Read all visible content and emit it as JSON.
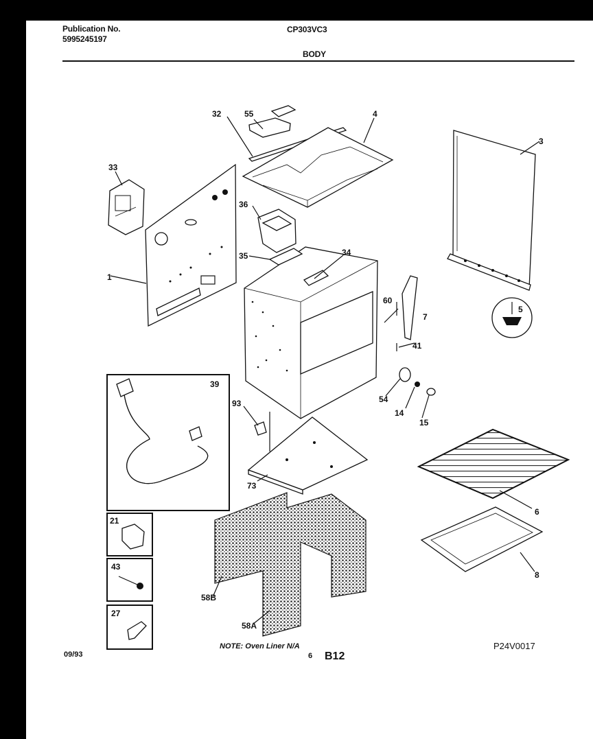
{
  "header": {
    "publication_label": "Publication No.",
    "publication_number": "5995245197",
    "model": "CP303VC3",
    "section": "BODY"
  },
  "callouts": [
    "32",
    "55",
    "4",
    "3",
    "33",
    "36",
    "1",
    "35",
    "34",
    "60",
    "7",
    "5",
    "41",
    "39",
    "93",
    "54",
    "14",
    "15",
    "73",
    "6",
    "21",
    "43",
    "8",
    "58B",
    "58A",
    "27"
  ],
  "note": "NOTE: Oven Liner N/A",
  "drawing_code": "P24V0017",
  "footer": {
    "date": "09/93",
    "page": "6",
    "page_code": "B12"
  }
}
